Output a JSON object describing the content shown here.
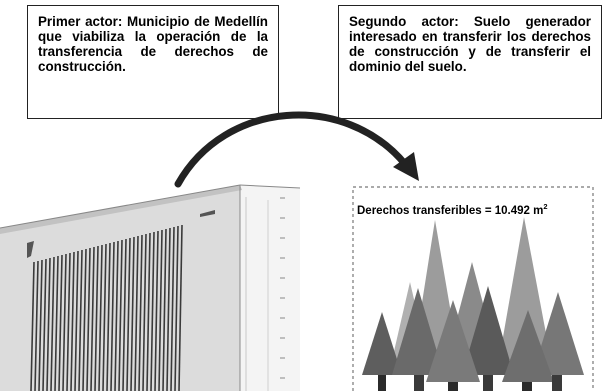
{
  "actors": [
    {
      "text": "Primer actor: Municipio de Medellín que viabiliza la operación de la transferencia de derechos de construcción."
    },
    {
      "text": "Segundo actor: Suelo generador interesado en transferir los derechos de construcción y de transferir el dominio del suelo."
    }
  ],
  "transfer_label": "Derechos transferibles = 10.492 m",
  "transfer_unit_sup": "2",
  "icons": {
    "building": "building-icon",
    "trees": "forest-icon",
    "arrow": "curved-arrow-icon"
  }
}
